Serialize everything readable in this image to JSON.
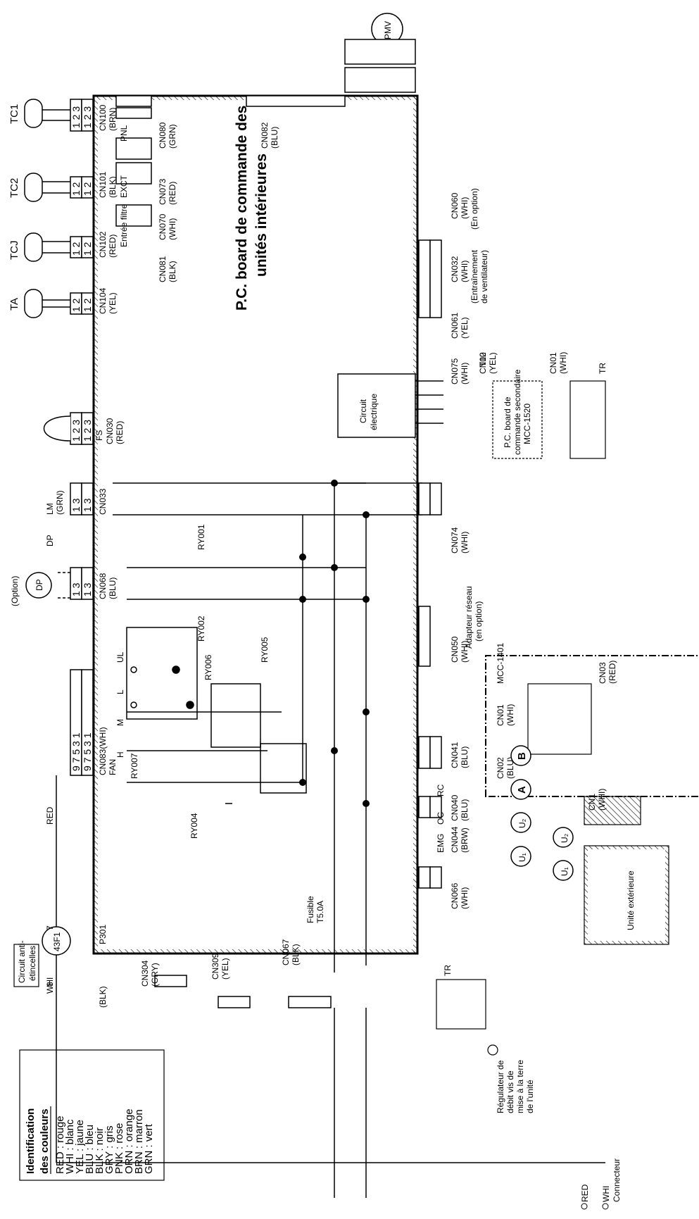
{
  "legend": {
    "title_line1": "Identification",
    "title_line2": "des couleurs",
    "items": [
      "RED : rouge",
      "WHI : blanc",
      "YEL : jaune",
      "BLU : bleu",
      "BLK : noir",
      "GRY : gris",
      "PNK : rose",
      "ORN : orange",
      "BRN : marron",
      "GRN : vert"
    ]
  },
  "board": {
    "title_line1": "P.C. board de commande des",
    "title_line2": "unités intérieures"
  },
  "sensors": {
    "ta": "TA",
    "tcj": "TCJ",
    "tc2": "TC2",
    "tc1": "TC1",
    "pmv": "PMV",
    "fs": "FS",
    "dp": "DP",
    "dp_option": "(Option)"
  },
  "connectors_top": {
    "cn030": [
      "CN030",
      "(RED)"
    ],
    "cn104": [
      "CN104",
      "(YEL)"
    ],
    "cn102": [
      "CN102",
      "(RED)"
    ],
    "cn101": [
      "CN101",
      "(BLK)"
    ],
    "cn100": [
      "CN100",
      "(BRN)"
    ],
    "cn033": [
      "CN033",
      "(GRN)",
      "LM"
    ],
    "cn068": [
      "CN068",
      "(BLU)",
      "DP"
    ],
    "cn083": [
      "CN083(WHI)",
      "FAN"
    ]
  },
  "fan_speed": {
    "ul": "UL",
    "l": "L",
    "m": "M",
    "h": "H"
  },
  "connectors_right": {
    "cn080": [
      "CN080",
      "(GRN)"
    ],
    "cn073": [
      "CN073",
      "(RED)"
    ],
    "cn070": [
      "CN070",
      "(WHI)"
    ],
    "cn081": [
      "CN081",
      "(BLK)"
    ],
    "cn082": [
      "CN082",
      "(BLU)"
    ],
    "pnl": "PNL",
    "exct": "EXCT",
    "filtre": "Entrée filtre"
  },
  "connectors_bottom": {
    "cn060": [
      "CN060",
      "(WHI)",
      "(En option)"
    ],
    "cn032": [
      "CN032",
      "(WHI)",
      "(Entraînement",
      "de ventilateur)"
    ],
    "cn061": [
      "CN061",
      "(YEL)"
    ],
    "cn075": [
      "CN075",
      "(WHI)"
    ],
    "t10": "T10",
    "cn074": [
      "CN074",
      "(WHI)"
    ],
    "cn050": [
      "CN050",
      "(WHI)"
    ],
    "cn041": [
      "CN041",
      "(BLU)"
    ],
    "cn040": [
      "CN040",
      "(BLU)"
    ],
    "cn044": [
      "CN044",
      "(BRW)"
    ],
    "cn066": [
      "CN066",
      "(WHI)"
    ],
    "emg": "EMG",
    "rc": "RC",
    "oc": "OC"
  },
  "connectors_left": {
    "cn304": [
      "CN304",
      "(GRY)"
    ],
    "cn309": [
      "CN309",
      "(YEL)"
    ],
    "cn067": [
      "CN067",
      "(BLK)"
    ],
    "p301": "P301",
    "blk": "(BLK)",
    "fuse": [
      "Fusible",
      "T5.0A"
    ]
  },
  "relays": {
    "ry001": "RY001",
    "ry002": "RY002",
    "ry004": "RY004",
    "ry005": "RY005",
    "ry006": "RY006",
    "ry007": "RY007"
  },
  "circuit_elec": [
    "Circuit",
    "électrique"
  ],
  "sub_board": {
    "cn02": [
      "CN02",
      "(YEL)"
    ],
    "cn01": [
      "CN01",
      "(WHI)"
    ],
    "lines": [
      "P.C. board de",
      "commande secondaire",
      "MCC-1520"
    ],
    "tr": "TR"
  },
  "network": {
    "adapter": [
      "Adapteur réseau",
      "(en option)"
    ],
    "mcc": "MCC-1401",
    "cn01": [
      "CN01",
      "(WHI)"
    ],
    "cn02": [
      "CN02",
      "(BLU)"
    ],
    "cn03": [
      "CN03",
      "(RED)"
    ],
    "cn1": [
      "CN1",
      "(WHI)"
    ]
  },
  "terminals": {
    "a": "A",
    "b": "B",
    "u1": "U₁",
    "u2": "U₂"
  },
  "outdoor": "Unité extérieure",
  "spark": {
    "label1": "Circuit anti-",
    "label2": "étincelles",
    "relay": "43F1",
    "p7": "7",
    "p8": "8",
    "red": "RED",
    "whi": "WHI"
  },
  "tr_left": "TR",
  "ground": [
    "Régulateur de",
    "débit vis de",
    "mise à la terre",
    "de l'unité"
  ],
  "term_left": {
    "red": "RED",
    "whi": "WHI",
    "conn": "Connecteur"
  }
}
